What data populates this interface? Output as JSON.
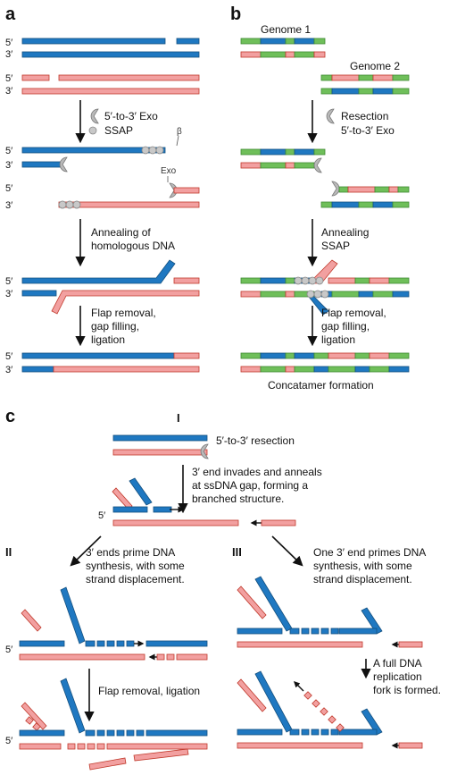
{
  "panels": {
    "a": "a",
    "b": "b",
    "c": "c"
  },
  "strand_ends": {
    "five": "5′",
    "three": "3′"
  },
  "panel_a": {
    "step1_line1": "5′-to-3′ Exo",
    "step1_line2": "SSAP",
    "beta_label": "β",
    "exo_label": "Exo",
    "step2_line1": "Annealing of",
    "step2_line2": "homologous DNA",
    "step3_line1": "Flap removal,",
    "step3_line2": "gap filling,",
    "step3_line3": "ligation"
  },
  "panel_b": {
    "genome1": "Genome 1",
    "genome2": "Genome 2",
    "step1_line1": "Resection",
    "step1_line2": "5′-to-3′ Exo",
    "step2_line1": "Annealing",
    "step2_line2": "SSAP",
    "step3_line1": "Flap removal,",
    "step3_line2": "gap filling,",
    "step3_line3": "ligation",
    "result": "Concatamer formation"
  },
  "panel_c": {
    "roman1": "I",
    "roman2": "II",
    "roman3": "III",
    "resection": "5′-to-3′ resection",
    "invade_line1": "3′ end invades and anneals",
    "invade_line2": "at ssDNA gap, forming a",
    "invade_line3": "branched structure.",
    "ii_line1": "3′ ends prime DNA",
    "ii_line2": "synthesis, with some",
    "ii_line3": "strand displacement.",
    "ii_step": "Flap removal, ligation",
    "iii_line1": "One 3′ end primes DNA",
    "iii_line2": "synthesis, with some",
    "iii_line3": "strand displacement.",
    "iii_step1": "A full DNA",
    "iii_step2": "replication",
    "iii_step3": "fork is formed."
  },
  "colors": {
    "blue_strand": "#1f78c1",
    "pink_strand": "#f2a0a0",
    "green_segment": "#6fbf5a",
    "protein_bead": "#c8c8c8"
  }
}
